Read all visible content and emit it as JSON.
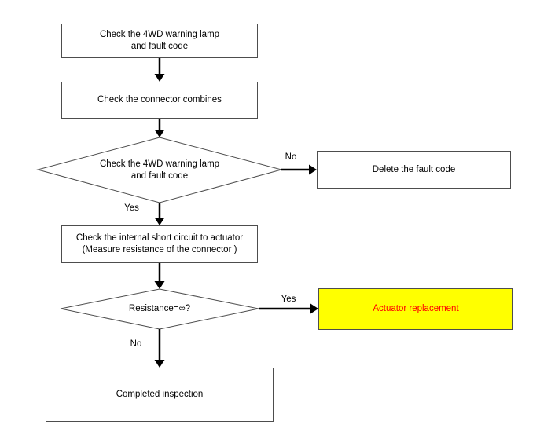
{
  "nodes": {
    "check_lamp_top": {
      "line1": "Check the 4WD warning lamp",
      "line2": "and fault code"
    },
    "check_connector": {
      "label": "Check the connector combines"
    },
    "decision_lamp": {
      "line1": "Check the 4WD warning lamp",
      "line2": "and fault code"
    },
    "delete_fault": {
      "label": "Delete the fault code"
    },
    "check_short_circuit": {
      "line1": "Check the internal short circuit to actuator",
      "line2": "(Measure resistance of the connector )"
    },
    "decision_resistance": {
      "label": "Resistance=∞?"
    },
    "actuator_replacement": {
      "label": "Actuator replacement"
    },
    "completed_inspection": {
      "label": "Completed inspection"
    }
  },
  "edge_labels": {
    "decision1_yes": "Yes",
    "decision1_no": "No",
    "decision2_yes": "Yes",
    "decision2_no": "No"
  },
  "colors": {
    "highlight_bg": "#ffff00",
    "highlight_text": "#ff0000",
    "line": "#000000",
    "border": "#4d4d4d"
  }
}
